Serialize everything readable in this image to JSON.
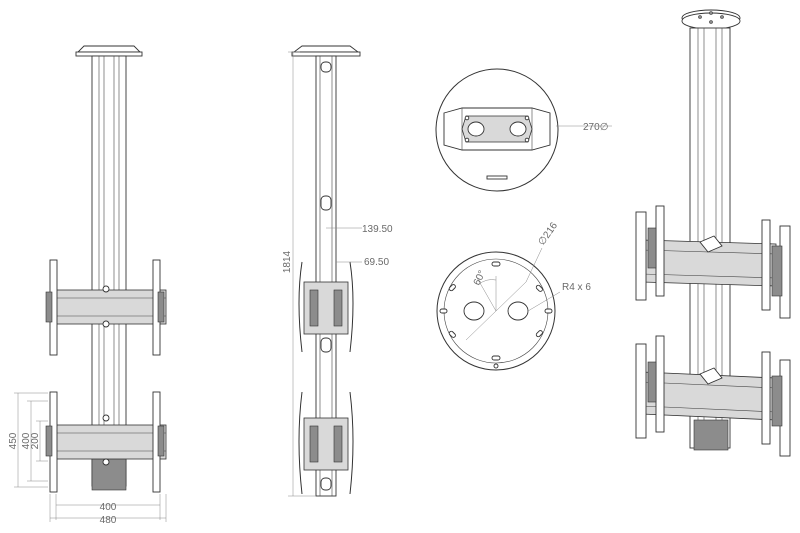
{
  "front_view": {
    "dimensions": {
      "height_450": "450",
      "height_400": "400",
      "height_200": "200",
      "width_400": "400",
      "width_480": "480"
    }
  },
  "side_view": {
    "dimensions": {
      "height_1814": "1814",
      "offset_139_50": "139.50",
      "offset_69_50": "69.50"
    }
  },
  "detail_top": {
    "diameter_label": "270",
    "diameter_symbol": "∅"
  },
  "detail_plate": {
    "diameter_symbol": "∅",
    "diameter_label": "216",
    "angle_label": "60°",
    "slot_label": "R4 x 6"
  },
  "colors": {
    "line": "#333333",
    "dimension": "#888888",
    "text": "#6a6a6a"
  }
}
